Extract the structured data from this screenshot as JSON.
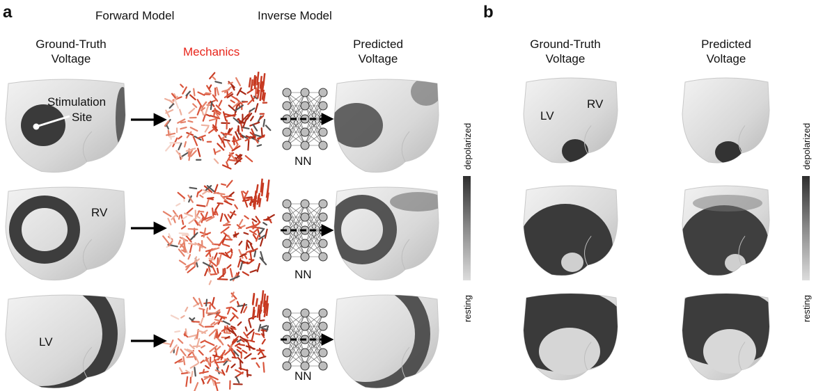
{
  "panel_a": {
    "label": "a",
    "forward_model": "Forward Model",
    "inverse_model": "Inverse Model",
    "gt_voltage_line1": "Ground-Truth",
    "gt_voltage_line2": "Voltage",
    "mechanics": "Mechanics",
    "predicted_line1": "Predicted",
    "predicted_line2": "Voltage",
    "stimulation_line1": "Stimulation",
    "stimulation_line2": "Site",
    "rv": "RV",
    "lv": "LV",
    "nn": [
      "NN",
      "NN",
      "NN"
    ]
  },
  "panel_b": {
    "label": "b",
    "gt_voltage_line1": "Ground-Truth",
    "gt_voltage_line2": "Voltage",
    "predicted_line1": "Predicted",
    "predicted_line2": "Voltage",
    "lv": "LV",
    "rv": "RV"
  },
  "colorbar": {
    "top_label": "depolarized",
    "bottom_label": "resting"
  },
  "colors": {
    "mechanics_label": "#e8241a",
    "activation": "#3a3a3a",
    "tissue": "#d9d9d9"
  }
}
